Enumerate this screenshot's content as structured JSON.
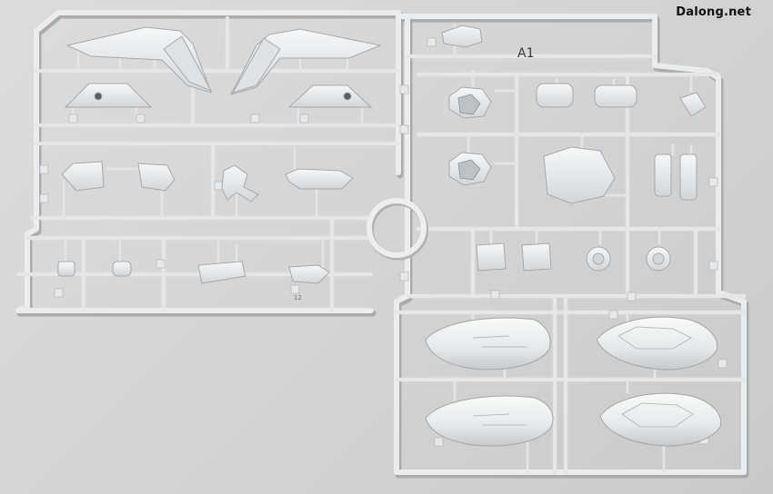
{
  "watermark": "Dalong.net",
  "runner_label": "A1",
  "gate_tag": "12"
}
